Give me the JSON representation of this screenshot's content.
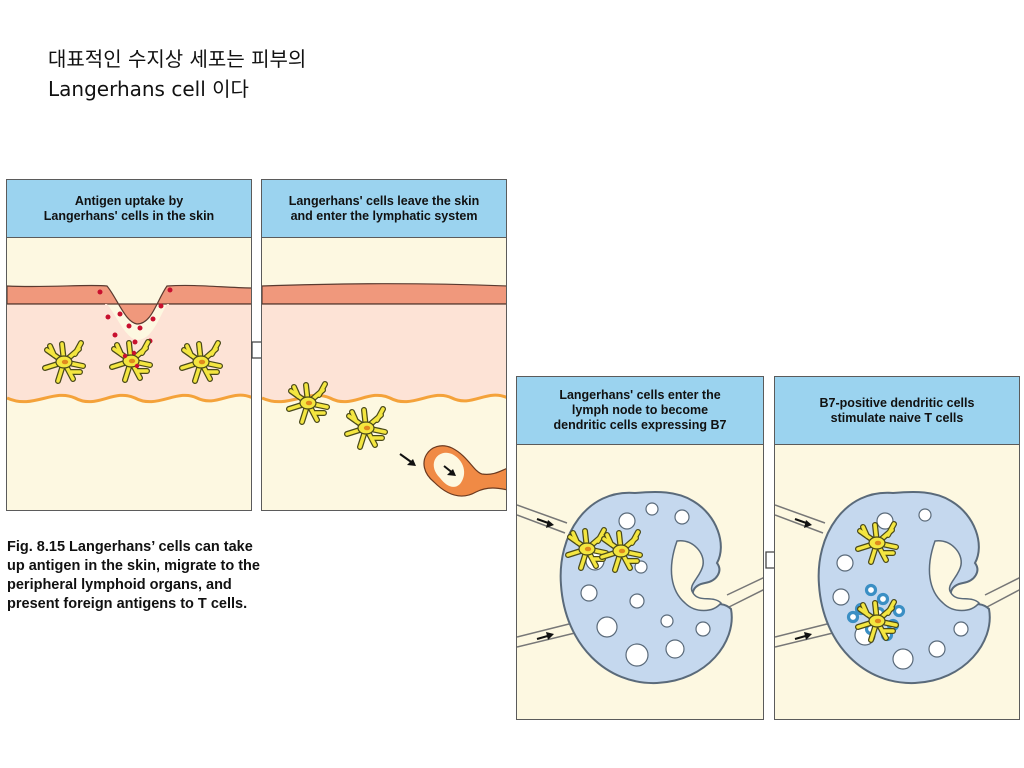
{
  "slide": {
    "title_line1": "대표적인 수지상 세포는 피부의",
    "title_line2": "Langerhans cell 이다"
  },
  "panels": [
    {
      "line1": "Antigen uptake by",
      "line2": "Langerhans' cells in the skin",
      "line3": ""
    },
    {
      "line1": "Langerhans' cells leave the skin",
      "line2": "and enter the lymphatic system",
      "line3": ""
    },
    {
      "line1": "Langerhans' cells enter the",
      "line2": "lymph node to become",
      "line3": "dendritic cells expressing B7"
    },
    {
      "line1": "B7-positive dendritic cells",
      "line2": "stimulate naive T cells",
      "line3": ""
    }
  ],
  "caption": {
    "line1": "Fig. 8.15 Langerhans’ cells can take",
    "line2": "up antigen in the skin, migrate to the",
    "line3": "peripheral lymphoid organs, and",
    "line4": "present foreign antigens to T cells."
  },
  "colors": {
    "header_blue": "#9bd3ef",
    "dermis_pink": "#fde3d6",
    "epidermis_salmon": "#f0987c",
    "tissue_cream": "#fdf8e1",
    "node_blue": "#c5d8ee",
    "cell_yellow": "#f4e640",
    "antigen_red": "#c8102e",
    "tcell_blue": "#3b8fc4"
  }
}
